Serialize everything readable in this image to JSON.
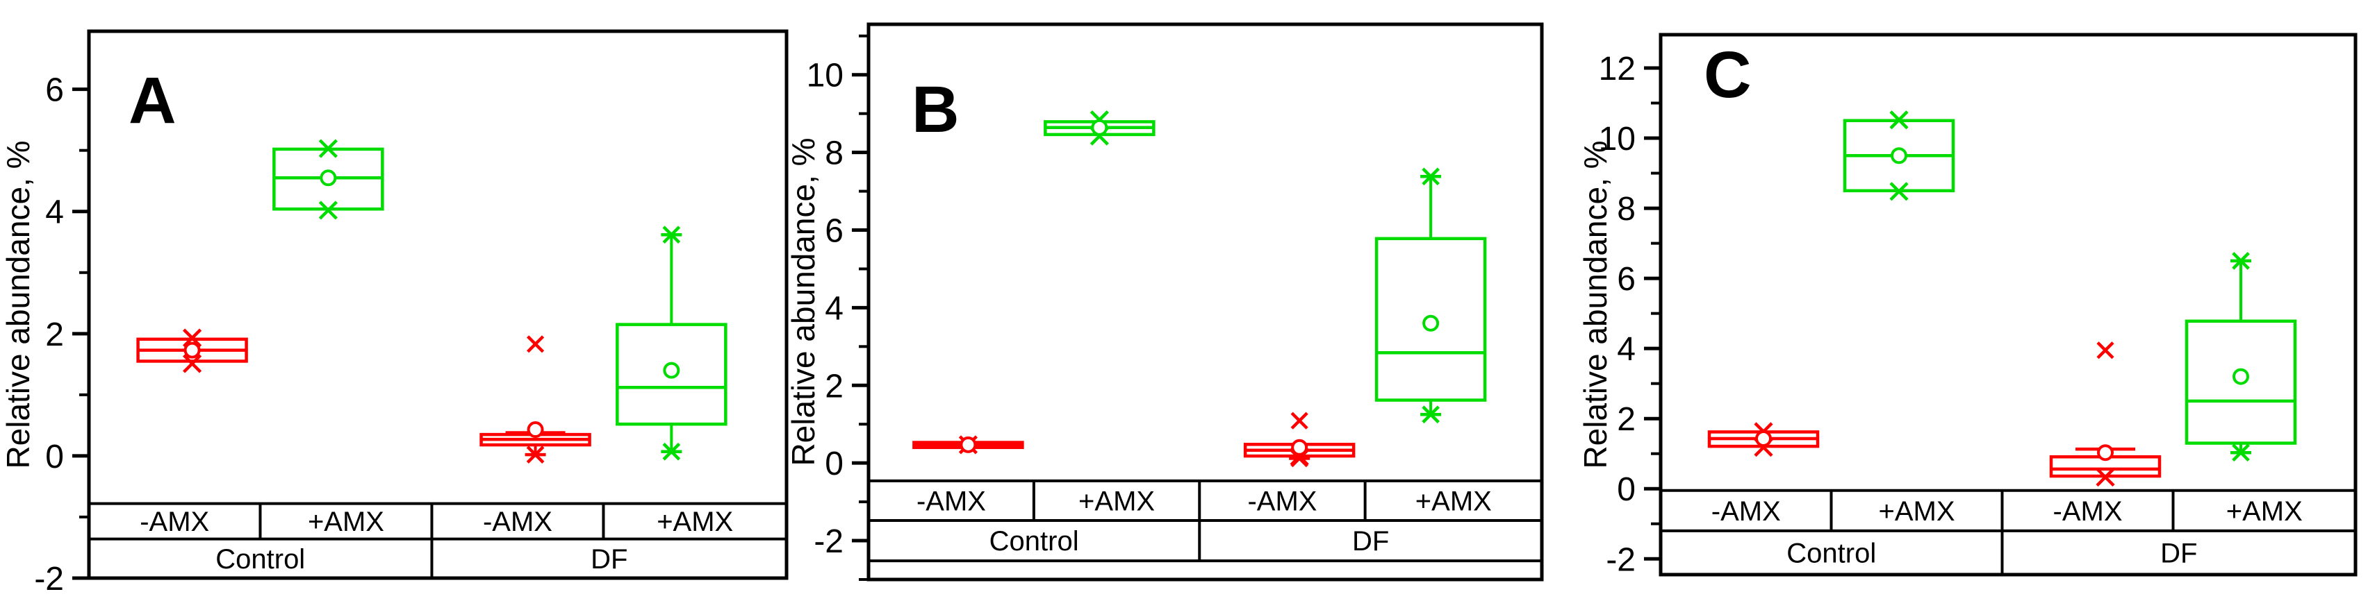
{
  "figure": {
    "description": "Three-panel box plot figure comparing relative abundance under -AMX and +AMX treatments for Control and DF groups",
    "background_color": "#FFFFFF",
    "frame_color": "#000000",
    "series_colors": {
      "minus_amx": "#FF0000",
      "plus_amx": "#00DC00"
    }
  },
  "chart_data": [
    {
      "type": "box",
      "letter": "A",
      "ylabel": "Relative abundance, %",
      "ylim": [
        -2.0,
        6.95
      ],
      "yticks_major": [
        -2,
        0,
        2,
        4,
        6
      ],
      "yticks_minor": [
        -1,
        1,
        3,
        5
      ],
      "grid": "off",
      "treatments": [
        "-AMX",
        "+AMX",
        "-AMX",
        "+AMX"
      ],
      "groups": [
        "Control",
        "DF"
      ],
      "table_row_values": [
        -0.78,
        -1.36,
        -2.0
      ],
      "boxes": [
        {
          "group": "Control",
          "treatment": "-AMX",
          "color": "minus_amx",
          "pos": 0.148,
          "q1": 1.55,
          "median": 1.73,
          "q3": 1.91,
          "mean": 1.73,
          "x_markers": [
            1.93,
            1.51
          ]
        },
        {
          "group": "Control",
          "treatment": "+AMX",
          "color": "plus_amx",
          "pos": 0.343,
          "q1": 4.04,
          "median": 4.55,
          "q3": 5.02,
          "mean": 4.55,
          "x_markers": [
            5.03,
            4.02
          ]
        },
        {
          "group": "DF",
          "treatment": "-AMX",
          "color": "minus_amx",
          "pos": 0.64,
          "q1": 0.18,
          "median": 0.27,
          "q3": 0.35,
          "mean": 0.43,
          "cap_high": 0.38,
          "whisker_low": 0.02,
          "star_markers": [
            0.02
          ],
          "outliers_x": [
            1.83
          ]
        },
        {
          "group": "DF",
          "treatment": "+AMX",
          "color": "plus_amx",
          "pos": 0.835,
          "q1": 0.52,
          "median": 1.12,
          "q3": 2.15,
          "mean": 1.4,
          "whisker_high": 3.62,
          "whisker_low": 0.07,
          "star_markers": [
            3.62,
            0.07
          ]
        }
      ]
    },
    {
      "type": "box",
      "letter": "B",
      "ylabel": "Relative abundance, %",
      "ylim": [
        -3.0,
        11.3
      ],
      "yticks_major": [
        -2,
        0,
        2,
        4,
        6,
        8,
        10
      ],
      "yticks_minor": [
        -3,
        -1,
        1,
        3,
        5,
        7,
        9,
        11
      ],
      "grid": "off",
      "treatments": [
        "-AMX",
        "+AMX",
        "-AMX",
        "+AMX"
      ],
      "groups": [
        "Control",
        "DF"
      ],
      "table_row_values": [
        -0.46,
        -1.48,
        -2.52
      ],
      "boxes": [
        {
          "group": "Control",
          "treatment": "-AMX",
          "color": "minus_amx",
          "pos": 0.148,
          "q1": 0.4,
          "median": 0.47,
          "q3": 0.53,
          "mean": 0.47,
          "x_markers": [
            0.47
          ]
        },
        {
          "group": "Control",
          "treatment": "+AMX",
          "color": "plus_amx",
          "pos": 0.343,
          "q1": 8.46,
          "median": 8.64,
          "q3": 8.79,
          "mean": 8.64,
          "x_markers": [
            8.84,
            8.42
          ]
        },
        {
          "group": "DF",
          "treatment": "-AMX",
          "color": "minus_amx",
          "pos": 0.64,
          "q1": 0.18,
          "median": 0.33,
          "q3": 0.48,
          "mean": 0.4,
          "x_markers": [
            0.17
          ],
          "star_markers": [
            0.12
          ],
          "outliers_x": [
            1.09
          ]
        },
        {
          "group": "DF",
          "treatment": "+AMX",
          "color": "plus_amx",
          "pos": 0.835,
          "q1": 1.62,
          "median": 2.84,
          "q3": 5.78,
          "mean": 3.6,
          "whisker_high": 7.38,
          "whisker_low": 1.25,
          "star_markers": [
            7.38,
            1.25
          ]
        }
      ]
    },
    {
      "type": "box",
      "letter": "C",
      "ylabel": "Relative abundance, %",
      "ylim": [
        -2.45,
        12.95
      ],
      "yticks_major": [
        -2,
        0,
        2,
        4,
        6,
        8,
        10,
        12
      ],
      "yticks_minor": [
        -1,
        1,
        3,
        5,
        7,
        9,
        11
      ],
      "grid": "off",
      "treatments": [
        "-AMX",
        "+AMX",
        "-AMX",
        "+AMX"
      ],
      "groups": [
        "Control",
        "DF"
      ],
      "table_row_values": [
        -0.05,
        -1.2,
        -2.45
      ],
      "boxes": [
        {
          "group": "Control",
          "treatment": "-AMX",
          "color": "minus_amx",
          "pos": 0.148,
          "q1": 1.21,
          "median": 1.43,
          "q3": 1.62,
          "mean": 1.43,
          "x_markers": [
            1.63,
            1.18
          ]
        },
        {
          "group": "Control",
          "treatment": "+AMX",
          "color": "plus_amx",
          "pos": 0.343,
          "q1": 8.5,
          "median": 9.5,
          "q3": 10.5,
          "mean": 9.5,
          "x_markers": [
            10.52,
            8.48
          ]
        },
        {
          "group": "DF",
          "treatment": "-AMX",
          "color": "minus_amx",
          "pos": 0.64,
          "q1": 0.36,
          "median": 0.56,
          "q3": 0.91,
          "mean": 1.03,
          "cap_high": 1.13,
          "x_markers": [
            0.33
          ],
          "outliers_x": [
            3.95
          ]
        },
        {
          "group": "DF",
          "treatment": "+AMX",
          "color": "plus_amx",
          "pos": 0.835,
          "q1": 1.3,
          "median": 2.5,
          "q3": 4.78,
          "mean": 3.2,
          "whisker_high": 6.5,
          "whisker_low": 1.03,
          "star_markers": [
            6.5,
            1.03
          ]
        }
      ]
    }
  ]
}
